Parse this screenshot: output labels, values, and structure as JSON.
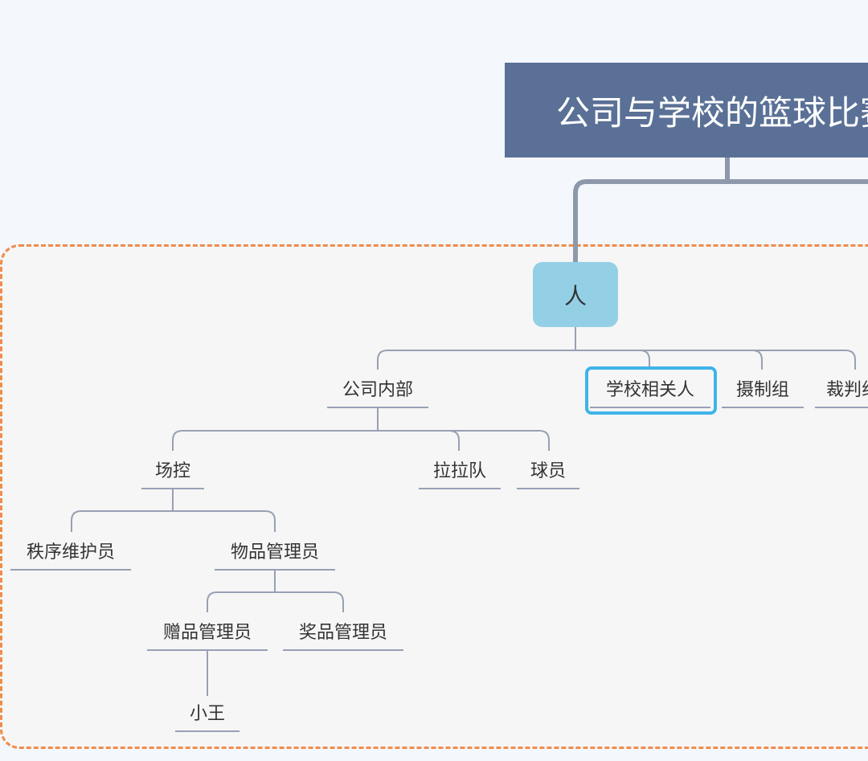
{
  "mindmap": {
    "root": {
      "label": "公司与学校的篮球比赛"
    },
    "main_topic": {
      "label": "人"
    },
    "level1": [
      {
        "label": "公司内部"
      },
      {
        "label": "学校相关人"
      },
      {
        "label": "摄制组"
      },
      {
        "label": "裁判组"
      }
    ],
    "company_children": [
      {
        "label": "场控"
      },
      {
        "label": "拉拉队"
      },
      {
        "label": "球员"
      }
    ],
    "venue_children": [
      {
        "label": "秩序维护员"
      },
      {
        "label": "物品管理员"
      }
    ],
    "goods_children": [
      {
        "label": "赠品管理员"
      },
      {
        "label": "奖品管理员"
      }
    ],
    "gift_children": [
      {
        "label": "小王"
      }
    ]
  },
  "colors": {
    "background": "#f4f7fc",
    "root_fill": "#5a7096",
    "main_fill": "#93d0e6",
    "boundary": "#ef8c4c",
    "selection": "#3fb4e8",
    "connector": "#98a0b4",
    "root_connector": "#8d99ab"
  }
}
